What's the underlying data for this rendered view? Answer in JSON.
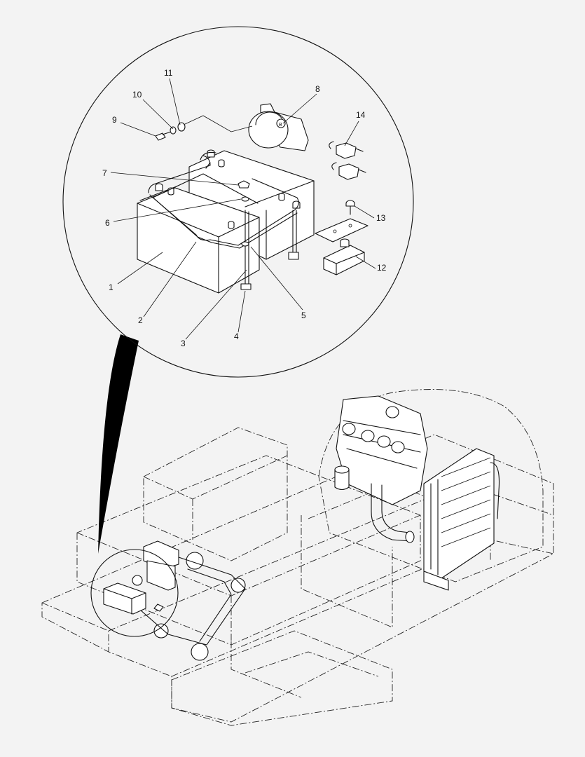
{
  "callouts": [
    {
      "id": "1",
      "label": "1"
    },
    {
      "id": "2",
      "label": "2"
    },
    {
      "id": "3",
      "label": "3"
    },
    {
      "id": "4",
      "label": "4"
    },
    {
      "id": "5",
      "label": "5"
    },
    {
      "id": "6",
      "label": "6"
    },
    {
      "id": "7",
      "label": "7"
    },
    {
      "id": "8",
      "label": "8"
    },
    {
      "id": "9",
      "label": "9"
    },
    {
      "id": "10",
      "label": "10"
    },
    {
      "id": "11",
      "label": "11"
    },
    {
      "id": "12",
      "label": "12"
    },
    {
      "id": "13",
      "label": "13"
    },
    {
      "id": "14",
      "label": "14"
    }
  ],
  "colors": {
    "background": "#f3f3f3",
    "ink": "#111111",
    "part_fill": "#ffffff"
  },
  "icons": [
    "battery-icon",
    "solenoid-icon",
    "fuse-icon",
    "bolt-icon",
    "washer-icon",
    "terminal-block-icon"
  ]
}
